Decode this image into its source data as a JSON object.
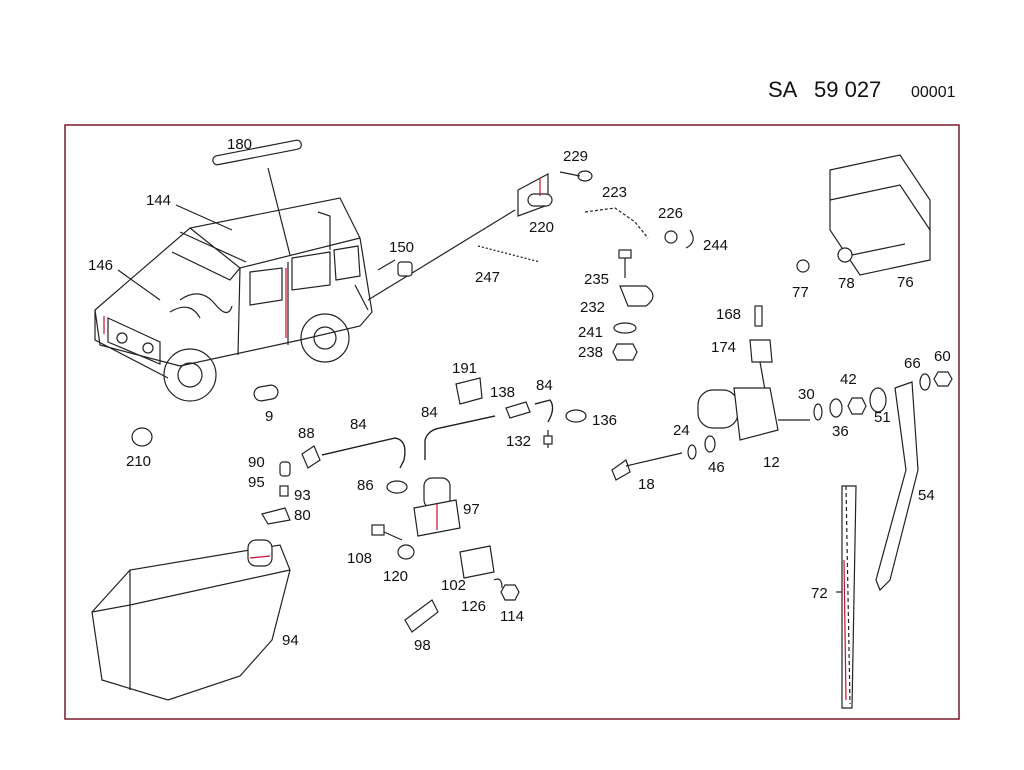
{
  "header": {
    "prefix": "SA",
    "number": "59 027",
    "sheet": "00001"
  },
  "labels": {
    "l180": "180",
    "l144": "144",
    "l146": "146",
    "l150": "150",
    "l229": "229",
    "l223": "223",
    "l220": "220",
    "l226": "226",
    "l244": "244",
    "l247": "247",
    "l235": "235",
    "l232": "232",
    "l241": "241",
    "l238": "238",
    "l77": "77",
    "l78": "78",
    "l76": "76",
    "l168": "168",
    "l174": "174",
    "l191": "191",
    "l138": "138",
    "l84a": "84",
    "l84b": "84",
    "l84c": "84",
    "l136": "136",
    "l132": "132",
    "l9": "9",
    "l210": "210",
    "l88": "88",
    "l90": "90",
    "l95": "95",
    "l93": "93",
    "l80": "80",
    "l86": "86",
    "l97": "97",
    "l108": "108",
    "l120": "120",
    "l102": "102",
    "l126": "126",
    "l114": "114",
    "l98": "98",
    "l94": "94",
    "l30": "30",
    "l42": "42",
    "l66": "66",
    "l60": "60",
    "l36": "36",
    "l51": "51",
    "l24": "24",
    "l46": "46",
    "l12": "12",
    "l18": "18",
    "l54": "54",
    "l72": "72"
  },
  "colors": {
    "line": "#222222",
    "accent": "#c8102e",
    "frame": "#7a1a2a"
  }
}
